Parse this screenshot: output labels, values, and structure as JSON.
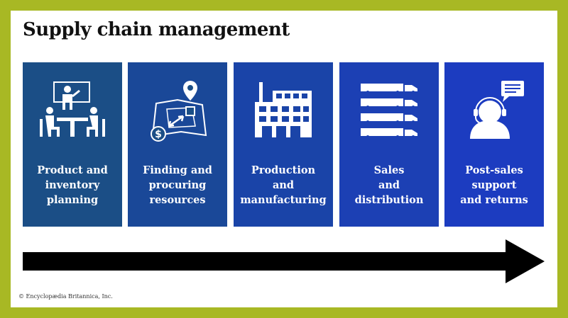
{
  "title": "Supply chain management",
  "colors": {
    "border": "#a8b824",
    "background": "#ffffff",
    "stages": [
      "#1b4e86",
      "#1a4898",
      "#1a44a8",
      "#1c40b4",
      "#1c3cc0"
    ],
    "arrow": "#000000"
  },
  "stages": [
    {
      "label": "Product and\ninventory\nplanning",
      "icon": "meeting-icon"
    },
    {
      "label": "Finding and\nprocuring\nresources",
      "icon": "map-sourcing-icon"
    },
    {
      "label": "Production\nand\nmanufacturing",
      "icon": "factory-icon"
    },
    {
      "label": "Sales\nand\ndistribution",
      "icon": "trucks-icon"
    },
    {
      "label": "Post-sales\nsupport\nand returns",
      "icon": "customer-support-icon"
    }
  ],
  "arrow_icon": "right-arrow-icon",
  "copyright": "© Encyclopædia Britannica, Inc."
}
